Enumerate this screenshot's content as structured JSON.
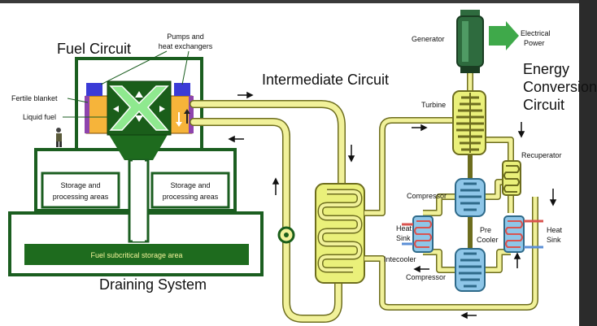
{
  "labels": {
    "fuel_circuit": "Fuel Circuit",
    "pumps_line1": "Pumps and",
    "pumps_line2": "heat exchangers",
    "fertile_blanket": "Fertile blanket",
    "liquid_fuel": "Liquid fuel",
    "storage_left_1": "Storage and",
    "storage_left_2": "processing areas",
    "storage_right_1": "Storage and",
    "storage_right_2": "processing areas",
    "subcritical": "Fuel subcritical storage area",
    "draining_system": "Draining System",
    "intermediate_circuit": "Intermediate Circuit",
    "generator": "Generator",
    "electrical_1": "Electrical",
    "electrical_2": "Power",
    "energy_1": "Energy",
    "energy_2": "Conversion",
    "energy_3": "Circuit",
    "turbine": "Turbine",
    "recuperator": "Recuperator",
    "compressor_top": "Compressor",
    "compressor_bottom": "Compressor",
    "heat_sink_left_1": "Heat",
    "heat_sink_left_2": "Sink",
    "heat_sink_right_1": "Heat",
    "heat_sink_right_2": "Sink",
    "pre_cooler_1": "Pre",
    "pre_cooler_2": "Cooler",
    "intercooler": "Intecooler"
  },
  "colors": {
    "pipe_yellow": "#f1f19a",
    "pipe_outline": "#6d6d1e",
    "dark_green": "#1a5e1a",
    "light_green": "#8fe98f",
    "core_red": "#e23b3b",
    "blanket_orange": "#f6b43a",
    "pump_blue": "#3b3bd6",
    "hx_purple": "#8e44ad",
    "turbine_yellow": "#eaf07a",
    "compressor_blue": "#8ec6e8",
    "sink_red": "#d9534f",
    "sink_blue": "#5b8fd6"
  }
}
